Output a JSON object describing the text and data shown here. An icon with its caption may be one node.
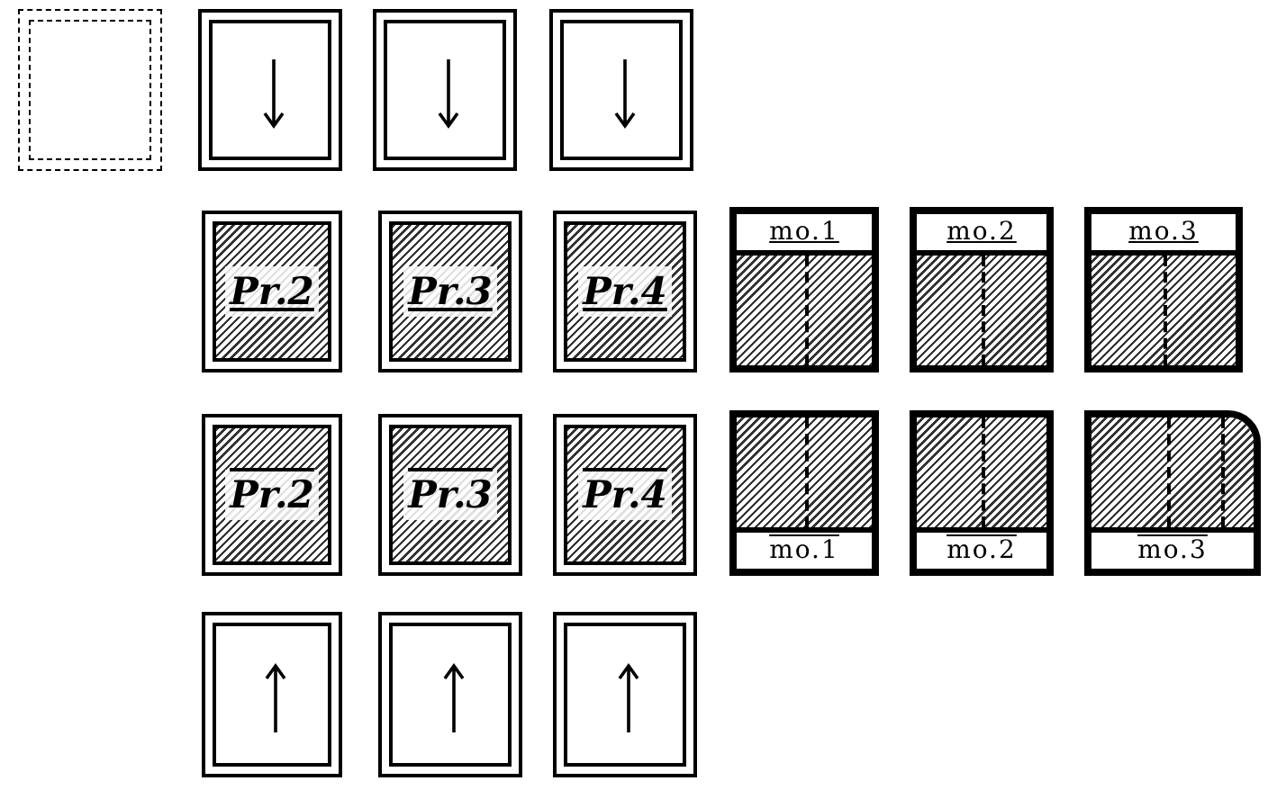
{
  "diagram": {
    "nodes": [
      {
        "text": [],
        "shape": "box"
      },
      {
        "text": [],
        "shape": "box"
      },
      {
        "text": [],
        "shape": "box"
      },
      {
        "text": [],
        "shape": "box"
      },
      {
        "text": [
          "Pr.2"
        ]
      },
      {
        "text": [
          "Pr.3"
        ]
      },
      {
        "text": [
          "Pr.4"
        ]
      },
      {
        "text": [
          "mo.1"
        ]
      },
      {
        "text": [
          "mo.2"
        ]
      },
      {
        "text": [
          "mo.3"
        ]
      },
      {
        "text": [
          "Pr.2"
        ]
      },
      {
        "text": [
          "Pr.3"
        ]
      },
      {
        "text": [
          "Pr.4"
        ]
      },
      {
        "text": [
          "mo.1"
        ]
      },
      {
        "text": [
          "mo.2"
        ]
      },
      {
        "text": [
          "mo.3"
        ]
      },
      {
        "text": [],
        "shape": "box"
      },
      {
        "text": [],
        "shape": "box"
      },
      {
        "text": [],
        "shape": "box"
      }
    ]
  }
}
